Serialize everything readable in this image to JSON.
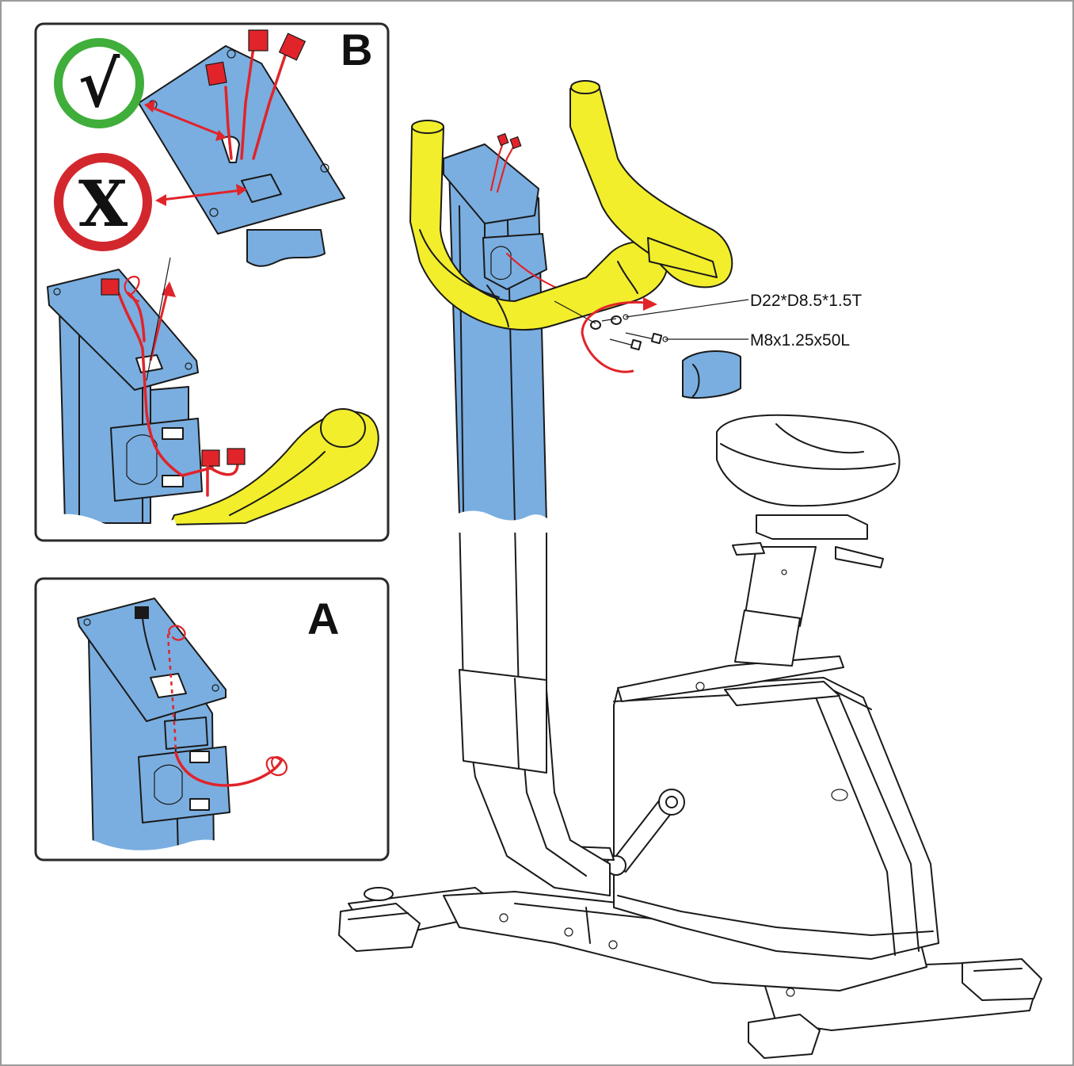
{
  "figure": {
    "inset_b_label": "B",
    "inset_a_label": "A",
    "correct_mark": "√",
    "wrong_mark": "X",
    "washer_spec": "D22*D8.5*1.5T",
    "bolt_spec": "M8x1.25x50L"
  },
  "colors": {
    "frame_blue": "#7aaee0",
    "handlebar_yellow": "#f2ee2c",
    "wire_red": "#e0242a",
    "correct_green": "#3fae3a",
    "wrong_red": "#d3272e",
    "outline": "#1a1a1a"
  },
  "icons": {
    "correct": "check-mark-icon",
    "wrong": "x-mark-icon",
    "rotate": "rotation-arrow-icon"
  }
}
